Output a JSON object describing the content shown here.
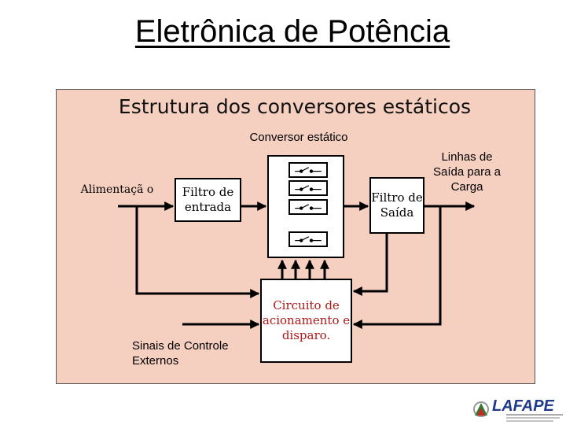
{
  "slide": {
    "title": "Eletrônica de Potência"
  },
  "diagram": {
    "title": "Estrutura dos conversores estáticos",
    "converter_label": "Conversor estático",
    "input_label": "Alimentaçã o",
    "input_filter": "Filtro de entrada",
    "output_filter": "Filtro de Saída",
    "drive_circuit": "Circuito de acionamento e disparo.",
    "output_label": "Linhas de Saída para a Carga",
    "control_signals": "Sinais de Controle Externos"
  },
  "logo": {
    "text": "LAFAPE",
    "icon": "lafape-logo-icon"
  },
  "colors": {
    "panel": "#f5cfc0",
    "drive_text": "#b01818",
    "logo_blue": "#1f3a8a"
  }
}
